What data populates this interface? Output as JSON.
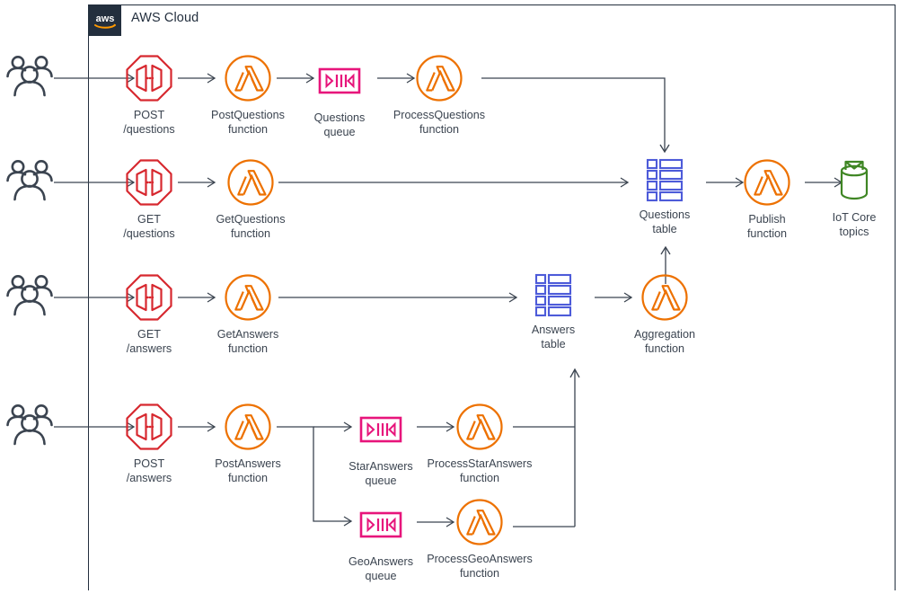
{
  "diagram": {
    "title": "AWS Cloud",
    "boundary_label": "AWS Cloud",
    "logo": "aws-logo",
    "colors": {
      "boundary": "#232f3e",
      "api_gateway": "#d7282f",
      "lambda": "#ed7100",
      "sqs": "#e7157b",
      "dynamodb": "#4d5bd9",
      "iot_core": "#3f8624",
      "actor": "#3b4450",
      "connector": "#3b4450",
      "text": "#3b4450"
    }
  },
  "actors": [
    {
      "name": "users-row-1",
      "icon": "users-icon"
    },
    {
      "name": "users-row-2",
      "icon": "users-icon"
    },
    {
      "name": "users-row-3",
      "icon": "users-icon"
    },
    {
      "name": "users-row-4",
      "icon": "users-icon"
    }
  ],
  "nodes": {
    "post_questions_api": {
      "label": "POST\n/questions",
      "icon": "api-gateway-icon",
      "service": "Amazon API Gateway"
    },
    "post_questions_fn": {
      "label": "PostQuestions\nfunction",
      "icon": "lambda-icon",
      "service": "AWS Lambda"
    },
    "questions_queue": {
      "label": "Questions\nqueue",
      "icon": "sqs-queue-icon",
      "service": "Amazon SQS"
    },
    "process_questions_fn": {
      "label": "ProcessQuestions\nfunction",
      "icon": "lambda-icon",
      "service": "AWS Lambda"
    },
    "get_questions_api": {
      "label": "GET\n/questions",
      "icon": "api-gateway-icon",
      "service": "Amazon API Gateway"
    },
    "get_questions_fn": {
      "label": "GetQuestions\nfunction",
      "icon": "lambda-icon",
      "service": "AWS Lambda"
    },
    "questions_table": {
      "label": "Questions\ntable",
      "icon": "dynamodb-table-icon",
      "service": "Amazon DynamoDB"
    },
    "publish_fn": {
      "label": "Publish\nfunction",
      "icon": "lambda-icon",
      "service": "AWS Lambda"
    },
    "iot_core_topics": {
      "label": "IoT Core\ntopics",
      "icon": "iot-core-topic-icon",
      "service": "AWS IoT Core"
    },
    "get_answers_api": {
      "label": "GET\n/answers",
      "icon": "api-gateway-icon",
      "service": "Amazon API Gateway"
    },
    "get_answers_fn": {
      "label": "GetAnswers\nfunction",
      "icon": "lambda-icon",
      "service": "AWS Lambda"
    },
    "answers_table": {
      "label": "Answers\ntable",
      "icon": "dynamodb-table-icon",
      "service": "Amazon DynamoDB"
    },
    "aggregation_fn": {
      "label": "Aggregation\nfunction",
      "icon": "lambda-icon",
      "service": "AWS Lambda"
    },
    "post_answers_api": {
      "label": "POST\n/answers",
      "icon": "api-gateway-icon",
      "service": "Amazon API Gateway"
    },
    "post_answers_fn": {
      "label": "PostAnswers\nfunction",
      "icon": "lambda-icon",
      "service": "AWS Lambda"
    },
    "star_answers_queue": {
      "label": "StarAnswers\nqueue",
      "icon": "sqs-queue-icon",
      "service": "Amazon SQS"
    },
    "process_star_fn": {
      "label": "ProcessStarAnswers\nfunction",
      "icon": "lambda-icon",
      "service": "AWS Lambda"
    },
    "geo_answers_queue": {
      "label": "GeoAnswers\nqueue",
      "icon": "sqs-queue-icon",
      "service": "Amazon SQS"
    },
    "process_geo_fn": {
      "label": "ProcessGeoAnswers\nfunction",
      "icon": "lambda-icon",
      "service": "AWS Lambda"
    }
  },
  "flows": [
    {
      "from": "users-row-1",
      "to": "post_questions_api"
    },
    {
      "from": "post_questions_api",
      "to": "post_questions_fn"
    },
    {
      "from": "post_questions_fn",
      "to": "questions_queue"
    },
    {
      "from": "questions_queue",
      "to": "process_questions_fn"
    },
    {
      "from": "process_questions_fn",
      "to": "questions_table"
    },
    {
      "from": "users-row-2",
      "to": "get_questions_api"
    },
    {
      "from": "get_questions_api",
      "to": "get_questions_fn"
    },
    {
      "from": "get_questions_fn",
      "to": "questions_table"
    },
    {
      "from": "questions_table",
      "to": "publish_fn"
    },
    {
      "from": "publish_fn",
      "to": "iot_core_topics"
    },
    {
      "from": "users-row-3",
      "to": "get_answers_api"
    },
    {
      "from": "get_answers_api",
      "to": "get_answers_fn"
    },
    {
      "from": "get_answers_fn",
      "to": "answers_table"
    },
    {
      "from": "answers_table",
      "to": "aggregation_fn"
    },
    {
      "from": "aggregation_fn",
      "to": "questions_table"
    },
    {
      "from": "users-row-4",
      "to": "post_answers_api"
    },
    {
      "from": "post_answers_api",
      "to": "post_answers_fn"
    },
    {
      "from": "post_answers_fn",
      "to": "star_answers_queue"
    },
    {
      "from": "post_answers_fn",
      "to": "geo_answers_queue"
    },
    {
      "from": "star_answers_queue",
      "to": "process_star_fn"
    },
    {
      "from": "geo_answers_queue",
      "to": "process_geo_fn"
    },
    {
      "from": "process_star_fn",
      "to": "answers_table"
    },
    {
      "from": "process_geo_fn",
      "to": "answers_table"
    }
  ]
}
